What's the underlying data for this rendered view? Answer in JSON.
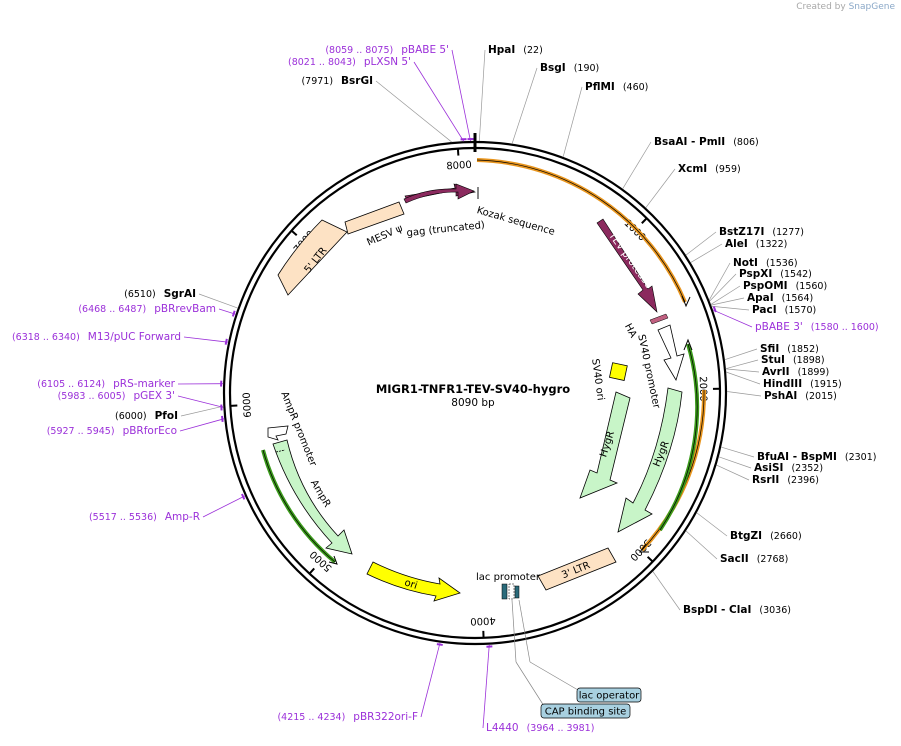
{
  "credit": {
    "prefix": "Created by",
    "brand": "SnapGene"
  },
  "plasmid": {
    "name": "MIGR1-TNFR1-TEV-SV40-hygro",
    "length_label": "8090 bp",
    "length": 8090
  },
  "ticks": [
    {
      "pos": 1000,
      "label": "1000"
    },
    {
      "pos": 2000,
      "label": "2000"
    },
    {
      "pos": 3000,
      "label": "3000"
    },
    {
      "pos": 4000,
      "label": "4000"
    },
    {
      "pos": 5000,
      "label": "5000"
    },
    {
      "pos": 6000,
      "label": "6000"
    },
    {
      "pos": 7000,
      "label": "7000"
    },
    {
      "pos": 8000,
      "label": "8000"
    }
  ],
  "enzymes": [
    {
      "name": "HpaI",
      "pos": "(22)",
      "bp": 22
    },
    {
      "name": "BsgI",
      "pos": "(190)",
      "bp": 190
    },
    {
      "name": "PflMI",
      "pos": "(460)",
      "bp": 460
    },
    {
      "name": "BsaAI - PmlI",
      "pos": "(806)",
      "bp": 806
    },
    {
      "name": "XcmI",
      "pos": "(959)",
      "bp": 959
    },
    {
      "name": "BstZ17I",
      "pos": "(1277)",
      "bp": 1277
    },
    {
      "name": "AleI",
      "pos": "(1322)",
      "bp": 1322
    },
    {
      "name": "NotI",
      "pos": "(1536)",
      "bp": 1536
    },
    {
      "name": "PspXI",
      "pos": "(1542)",
      "bp": 1542
    },
    {
      "name": "PspOMI",
      "pos": "(1560)",
      "bp": 1560
    },
    {
      "name": "ApaI",
      "pos": "(1564)",
      "bp": 1564
    },
    {
      "name": "PacI",
      "pos": "(1570)",
      "bp": 1570
    },
    {
      "name": "SfiI",
      "pos": "(1852)",
      "bp": 1852
    },
    {
      "name": "StuI",
      "pos": "(1898)",
      "bp": 1898
    },
    {
      "name": "AvrII",
      "pos": "(1899)",
      "bp": 1899
    },
    {
      "name": "HindIII",
      "pos": "(1915)",
      "bp": 1915
    },
    {
      "name": "PshAI",
      "pos": "(2015)",
      "bp": 2015
    },
    {
      "name": "BfuAI - BspMI",
      "pos": "(2301)",
      "bp": 2301
    },
    {
      "name": "AsiSI",
      "pos": "(2352)",
      "bp": 2352
    },
    {
      "name": "RsrII",
      "pos": "(2396)",
      "bp": 2396
    },
    {
      "name": "BtgZI",
      "pos": "(2660)",
      "bp": 2660
    },
    {
      "name": "SacII",
      "pos": "(2768)",
      "bp": 2768
    },
    {
      "name": "BspDI - ClaI",
      "pos": "(3036)",
      "bp": 3036
    },
    {
      "name": "PfoI",
      "pos": "(6000)",
      "bp": 6000
    },
    {
      "name": "SgrAI",
      "pos": "(6510)",
      "bp": 6510
    },
    {
      "name": "BsrGI",
      "pos": "(7971)",
      "bp": 7971
    }
  ],
  "primers": [
    {
      "name": "pBABE 5'",
      "range": "(8059 .. 8075)",
      "bp": 8067
    },
    {
      "name": "pLXSN 5'",
      "range": "(8021 .. 8043)",
      "bp": 8032
    },
    {
      "name": "pBABE 3'",
      "range": "(1580 .. 1600)",
      "bp": 1590
    },
    {
      "name": "pBRrevBam",
      "range": "(6468 .. 6487)",
      "bp": 6477
    },
    {
      "name": "M13/pUC Forward",
      "range": "(6318 .. 6340)",
      "bp": 6329
    },
    {
      "name": "pRS-marker",
      "range": "(6105 .. 6124)",
      "bp": 6115
    },
    {
      "name": "pGEX 3'",
      "range": "(5983 .. 6005)",
      "bp": 5994
    },
    {
      "name": "pBRforEco",
      "range": "(5927 .. 5945)",
      "bp": 5936
    },
    {
      "name": "Amp-R",
      "range": "(5517 .. 5536)",
      "bp": 5526
    },
    {
      "name": "pBR322ori-F",
      "range": "(4215 .. 4234)",
      "bp": 4224
    },
    {
      "name": "L4440",
      "range": "(3964 .. 3981)",
      "bp": 3972
    }
  ],
  "features": [
    {
      "label": "5' LTR"
    },
    {
      "label": "MESV ψ"
    },
    {
      "label": "gag (truncated)"
    },
    {
      "label": "Kozak sequence"
    },
    {
      "label": "TEV protease"
    },
    {
      "label": "HA"
    },
    {
      "label": "SV40 promoter"
    },
    {
      "label": "SV40 ori"
    },
    {
      "label": "HygR"
    },
    {
      "label": "HygR"
    },
    {
      "label": "3' LTR"
    },
    {
      "label": "lac promoter"
    },
    {
      "label": "ori"
    },
    {
      "label": "AmpR"
    },
    {
      "label": "AmpR promoter"
    }
  ],
  "boxed": [
    {
      "label": "lac operator"
    },
    {
      "label": "CAP binding site"
    }
  ],
  "colors": {
    "primer": "#9b30d9",
    "gag": "#8b2a5e",
    "tev": "#8b2a5e",
    "ltr": "#fde2c4",
    "hygr": "#c8f5c8",
    "ampr": "#c8f5c8",
    "ori": "#ffff00",
    "sv40ori": "#ffff00",
    "orange_arc": "#e8951e",
    "green_arc": "#3a9a1a",
    "boxed_bg": "#a8d0e0"
  }
}
